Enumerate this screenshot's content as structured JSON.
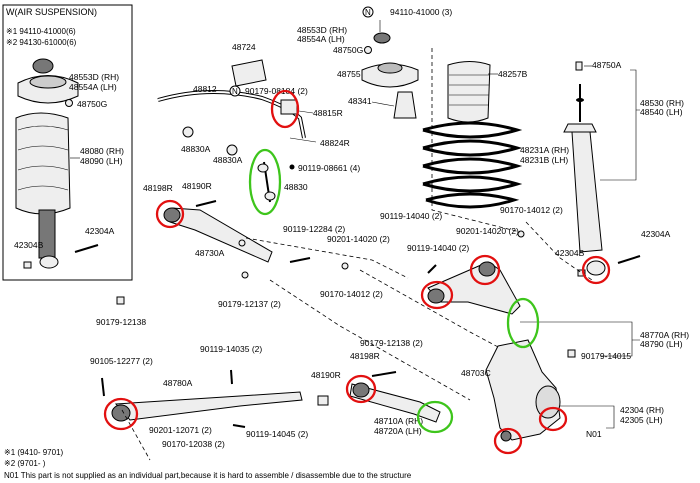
{
  "air_suspension_box": {
    "title": "W(AIR SUSPENSION)",
    "notes": [
      "※1 94110-41000(6)",
      "※2 94130-61000(6)"
    ],
    "labels": {
      "p48553D": "48553D (RH)",
      "p48554A": "48554A (LH)",
      "p48750G": "48750G",
      "p48080": "48080 (RH)",
      "p48090": "48090 (LH)",
      "p42304B": "42304B",
      "p42304A": "42304A"
    }
  },
  "labels": {
    "nut_top": "94110-41000 (3)",
    "p48553D": "48553D (RH)",
    "p48554A": "48554A (LH)",
    "p48750G": "48750G",
    "p48755": "48755",
    "p48724": "48724",
    "p90179_08184": "90179-08184 (2)",
    "p48812": "48812",
    "p48341": "48341",
    "p48815R": "48815R",
    "p48824R": "48824R",
    "p48830A_1": "48830A",
    "p48830A_2": "48830A",
    "p90119_08661": "90119-08661 (4)",
    "p48830": "48830",
    "p48257B": "48257B",
    "p48750A": "48750A",
    "p48530": "48530 (RH)",
    "p48540": "48540 (LH)",
    "p48231A": "48231A (RH)",
    "p48231B": "48231B (LH)",
    "p48198R_1": "48198R",
    "p48190R_1": "48190R",
    "p90119_12284": "90119-12284 (2)",
    "p90201_14020_a": "90201-14020 (2)",
    "p90119_14040_a": "90119-14040 (2)",
    "p90170_14012_a": "90170-14012 (2)",
    "p90201_14020_b": "90201-14020 (2)",
    "p90119_14040_b": "90119-14040 (2)",
    "p42304B": "42304B",
    "p42304A": "42304A",
    "p48730A": "48730A",
    "p90170_14012_b": "90170-14012 (2)",
    "p90179_12137": "90179-12137 (2)",
    "p90179_12138_a": "90179-12138",
    "p48770A": "48770A (RH)",
    "p48790": "48790 (LH)",
    "p90179_14015": "90179-14015",
    "p90105_12277": "90105-12277 (2)",
    "p90119_14035": "90119-14035 (2)",
    "p90179_12138_b": "90179-12138 (2)",
    "p48198R_2": "48198R",
    "p48780A": "48780A",
    "p48190R_2": "48190R",
    "p48703C": "48703C",
    "p48710A": "48710A (RH)",
    "p48720A": "48720A (LH)",
    "p42304": "42304 (RH)",
    "p42305": "42305 (LH)",
    "pN01": "N01",
    "p90201_12071": "90201-12071 (2)",
    "p90170_12038": "90170-12038 (2)",
    "p90119_14045": "90119-14045 (2)"
  },
  "footnotes": {
    "f1": "※1 (9410-  9701)",
    "f2": "※2 (9701-       )",
    "f3": "N01 This part is not supplied as an individual part,because it is hard to assemble / disassemble due to the structure"
  },
  "highlights": {
    "red_color": "#e21010",
    "green_color": "#3ec51c"
  }
}
